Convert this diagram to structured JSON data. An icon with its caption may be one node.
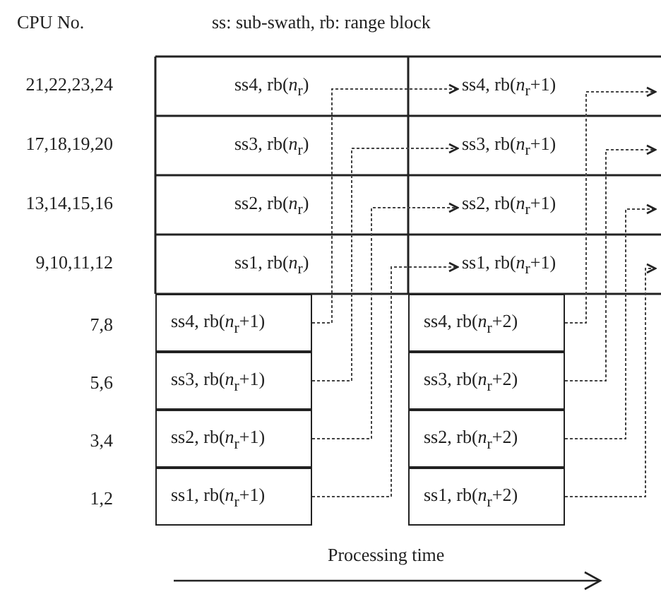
{
  "diagram": {
    "nodes": [
      {
        "text": [
          "ss4, rb(*n*$_{r}$)"
        ]
      },
      {
        "text": [
          "ss4, rb(*n*$_{r}$+1)"
        ]
      },
      {
        "text": [
          "ss3, rb(*n*$_{r}$)"
        ]
      },
      {
        "text": [
          "ss3, rb(*n*$_{r}$+1)"
        ]
      },
      {
        "text": [
          "ss2, rb(*n*$_{r}$)"
        ]
      },
      {
        "text": [
          "ss2, rb(*n*$_{r}$+1)"
        ]
      },
      {
        "text": [
          "ss1, rb(*n*$_{r}$)"
        ]
      },
      {
        "text": [
          "ss1, rb(*n*$_{r}$+1)"
        ]
      },
      {
        "text": [
          "ss4, rb(*n*$_{r}$+1)"
        ]
      },
      {
        "text": [
          "ss4, rb(*n*$_{r}$+2)"
        ]
      },
      {
        "text": [
          "ss3, rb(*n*$_{r}$+1)"
        ]
      },
      {
        "text": [
          "ss3, rb(*n*$_{r}$+2)"
        ]
      },
      {
        "text": [
          "ss2, rb(*n*$_{r}$+1)"
        ]
      },
      {
        "text": [
          "ss2, rb(*n*$_{r}$+2)"
        ]
      },
      {
        "text": [
          "ss1, rb(*n*$_{r}$+1)"
        ]
      },
      {
        "text": [
          "ss1, rb(*n*$_{r}$+2)"
        ]
      }
    ],
    "edges": [
      {
        "from": 8,
        "to": 1,
        "arrow": "to",
        "style": "dashed"
      },
      {
        "from": 10,
        "to": 3,
        "arrow": "to",
        "style": "dashed"
      },
      {
        "from": 12,
        "to": 5,
        "arrow": "to",
        "style": "dashed"
      },
      {
        "from": 14,
        "to": 7,
        "arrow": "to",
        "style": "dashed"
      },
      {
        "from": 9,
        "to": null,
        "arrow": "to",
        "style": "dashed"
      },
      {
        "from": 11,
        "to": null,
        "arrow": "to",
        "style": "dashed"
      },
      {
        "from": 13,
        "to": null,
        "arrow": "to",
        "style": "dashed"
      },
      {
        "from": 15,
        "to": null,
        "arrow": "to",
        "style": "dashed"
      }
    ],
    "labels": [
      "CPU No.",
      "ss: sub-swath, rb: range block",
      "21,22,23,24",
      "17,18,19,20",
      "13,14,15,16",
      "9,10,11,12",
      "7,8",
      "5,6",
      "3,4",
      "1,2",
      "Processing time"
    ]
  }
}
